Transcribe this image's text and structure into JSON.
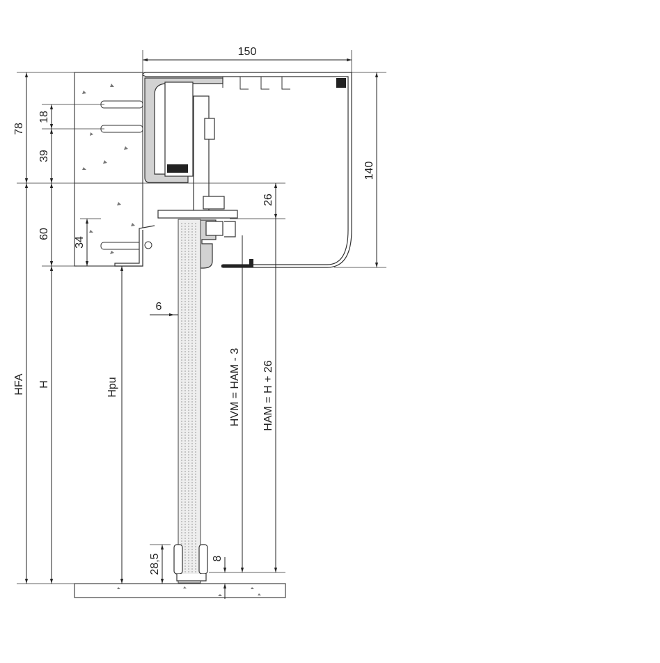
{
  "drawing": {
    "dimensions": {
      "width_profile": "150",
      "height_profile": "140",
      "top_wall": "78",
      "anchor_spacing": "18",
      "anchor_lower": "39",
      "lower_wall": "60",
      "lower_anchor": "34",
      "offset_26": "26",
      "glass_offset": "6",
      "bottom_guide": "28,5",
      "floor_gap": "8"
    },
    "labels": {
      "hfa": "HFA",
      "h": "H",
      "hpu": "Hpu",
      "hvm": "HVM = HAM - 3",
      "ham": "HAM = H + 26"
    }
  }
}
